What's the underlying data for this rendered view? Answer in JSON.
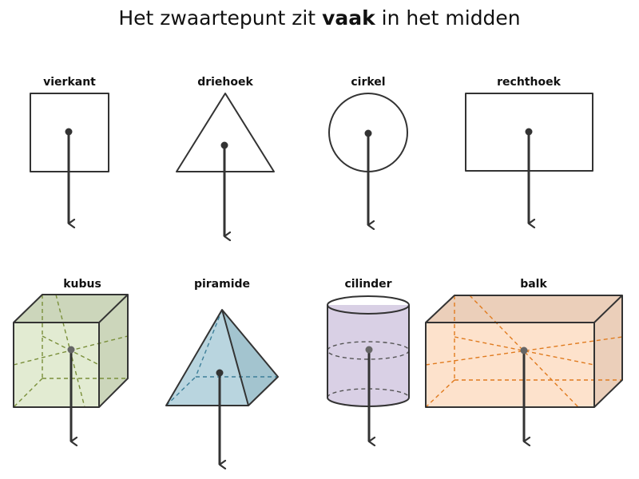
{
  "title": {
    "before": "Het zwaartepunt zit ",
    "bold": "vaak",
    "after": " in het midden"
  },
  "shapes_2d": [
    {
      "label": "vierkant"
    },
    {
      "label": "driehoek"
    },
    {
      "label": "cirkel"
    },
    {
      "label": "rechthoek"
    }
  ],
  "shapes_3d": [
    {
      "label": "kubus"
    },
    {
      "label": "piramide"
    },
    {
      "label": "cilinder"
    },
    {
      "label": "balk"
    }
  ],
  "colors": {
    "square": "#d6e4be",
    "triangle": "#b5dde8",
    "circle": "#cbbfdb",
    "rectangle": "#fcd5b4",
    "cube_front": "#e2ebd2",
    "cube_side": "#ccd6bb",
    "cube_dash": "#7a8f3a",
    "pyramid": "#b9d5df",
    "pyramid_dark": "#a3c4cf",
    "pyramid_dash": "#3d7f99",
    "cylinder": "#d9d0e5",
    "cylinder_dash": "#555555",
    "box_front": "#fde2cc",
    "box_side": "#ebcfba",
    "box_dash": "#e07b1f",
    "line": "#333333"
  }
}
